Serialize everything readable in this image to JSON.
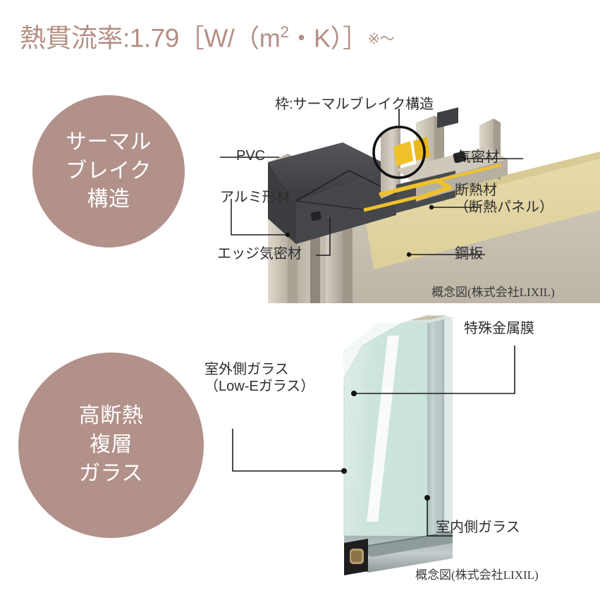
{
  "title": {
    "main": "熱貫流率:1.79",
    "unit_open": "［W/（m",
    "unit_sup": "2",
    "unit_close": "・K）］",
    "mark": "※〜"
  },
  "colors": {
    "accent": "#b2918a",
    "title": "#b58f83",
    "label_text": "#2e2e2e",
    "caption_text": "#3b3b3b",
    "insulation_panel": "#e3d6a4",
    "steel_plate": "#c6bfb1",
    "aluminium": "#cfcabc",
    "glass": "#cfe3dc",
    "spacer": "#9aa4a6",
    "accent_yellow": "#f0c22a"
  },
  "features": [
    {
      "id": "thermal-break",
      "label": "サーマル\nブレイク\n構造"
    },
    {
      "id": "glass",
      "label": "高断熱\n複層\nガラス"
    }
  ],
  "frame_diagram": {
    "caption": "概念図(株式会社LIXIL)",
    "callouts": {
      "top": "枠:サーマルブレイク構造",
      "pvc": "PVC",
      "airtight": "気密材",
      "aluminium": "アルミ形材",
      "edge_airtight": "エッジ気密材",
      "insulation": "断熱材\n（断熱パネル）",
      "steel": "鋼板"
    }
  },
  "glass_diagram": {
    "caption": "概念図(株式会社LIXIL)",
    "callouts": {
      "metal_film": "特殊金属膜",
      "outdoor_glass": "室外側ガラス\n（Low-Eガラス）",
      "indoor_glass": "室内側ガラス"
    }
  }
}
